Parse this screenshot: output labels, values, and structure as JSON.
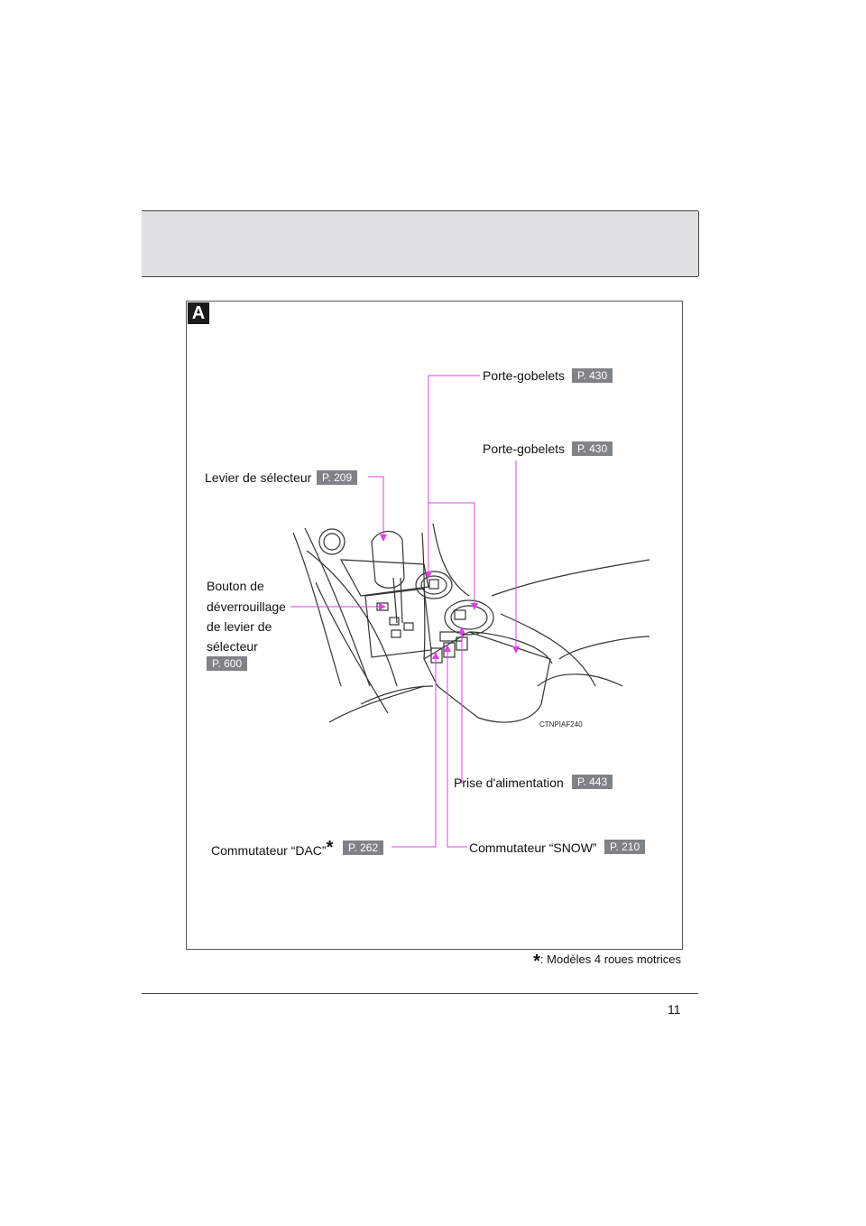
{
  "section_letter": "A",
  "labels": {
    "cupholder_rear": {
      "text": "Porte-gobelets",
      "ref": "P. 430"
    },
    "cupholder_front": {
      "text": "Porte-gobelets",
      "ref": "P. 430"
    },
    "shift_lever": {
      "text": "Levier de sélecteur",
      "ref": "P. 209"
    },
    "shift_lock_release": {
      "lines": [
        "Bouton de",
        "déverrouillage",
        "de levier de",
        "sélecteur"
      ],
      "ref": "P. 600"
    },
    "power_outlet": {
      "text": "Prise d'alimentation",
      "ref": "P. 443"
    },
    "dac_switch": {
      "text": "Commutateur “DAC”",
      "star": "*",
      "ref": "P. 262"
    },
    "snow_switch": {
      "text": "Commutateur “SNOW”",
      "ref": "P. 210"
    }
  },
  "illustration_code": "CTNPIAF240",
  "footnote": {
    "star": "*",
    "text": ": Modèles 4 roues motrices"
  },
  "page_number": "11",
  "colors": {
    "leader_line": "#e040e8",
    "ref_badge": "#7f8286",
    "header_band": "#dfe0e1"
  }
}
